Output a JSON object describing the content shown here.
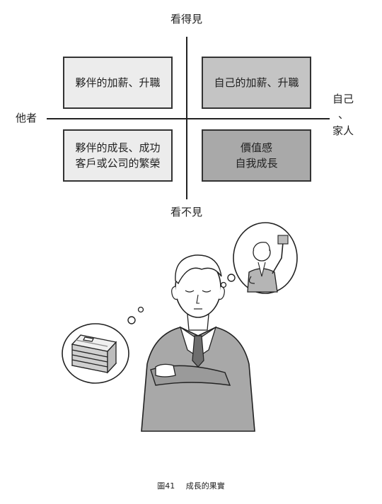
{
  "axes": {
    "top": "看得見",
    "bottom": "看不見",
    "left": "他者",
    "right_line1": "自己",
    "right_sep": "、",
    "right_line2": "家人"
  },
  "quadrants": {
    "top_left": {
      "line1": "夥伴的加薪、升職",
      "color": "#ececec"
    },
    "top_right": {
      "line1": "自己的加薪、升職",
      "color": "#c4c4c4"
    },
    "bottom_left": {
      "line1": "夥伴的成長、成功",
      "line2": "客戶或公司的繁榮",
      "color": "#ececec"
    },
    "bottom_right": {
      "line1": "價值感",
      "line2": "自我成長",
      "color": "#a9a9a9"
    }
  },
  "illustration": {
    "person": "thinking-man-icon",
    "thought_left": "money-stack-icon",
    "thought_right": "celebrating-self-icon"
  },
  "caption": {
    "figure_no": "圖41",
    "title": "成長的果實"
  }
}
